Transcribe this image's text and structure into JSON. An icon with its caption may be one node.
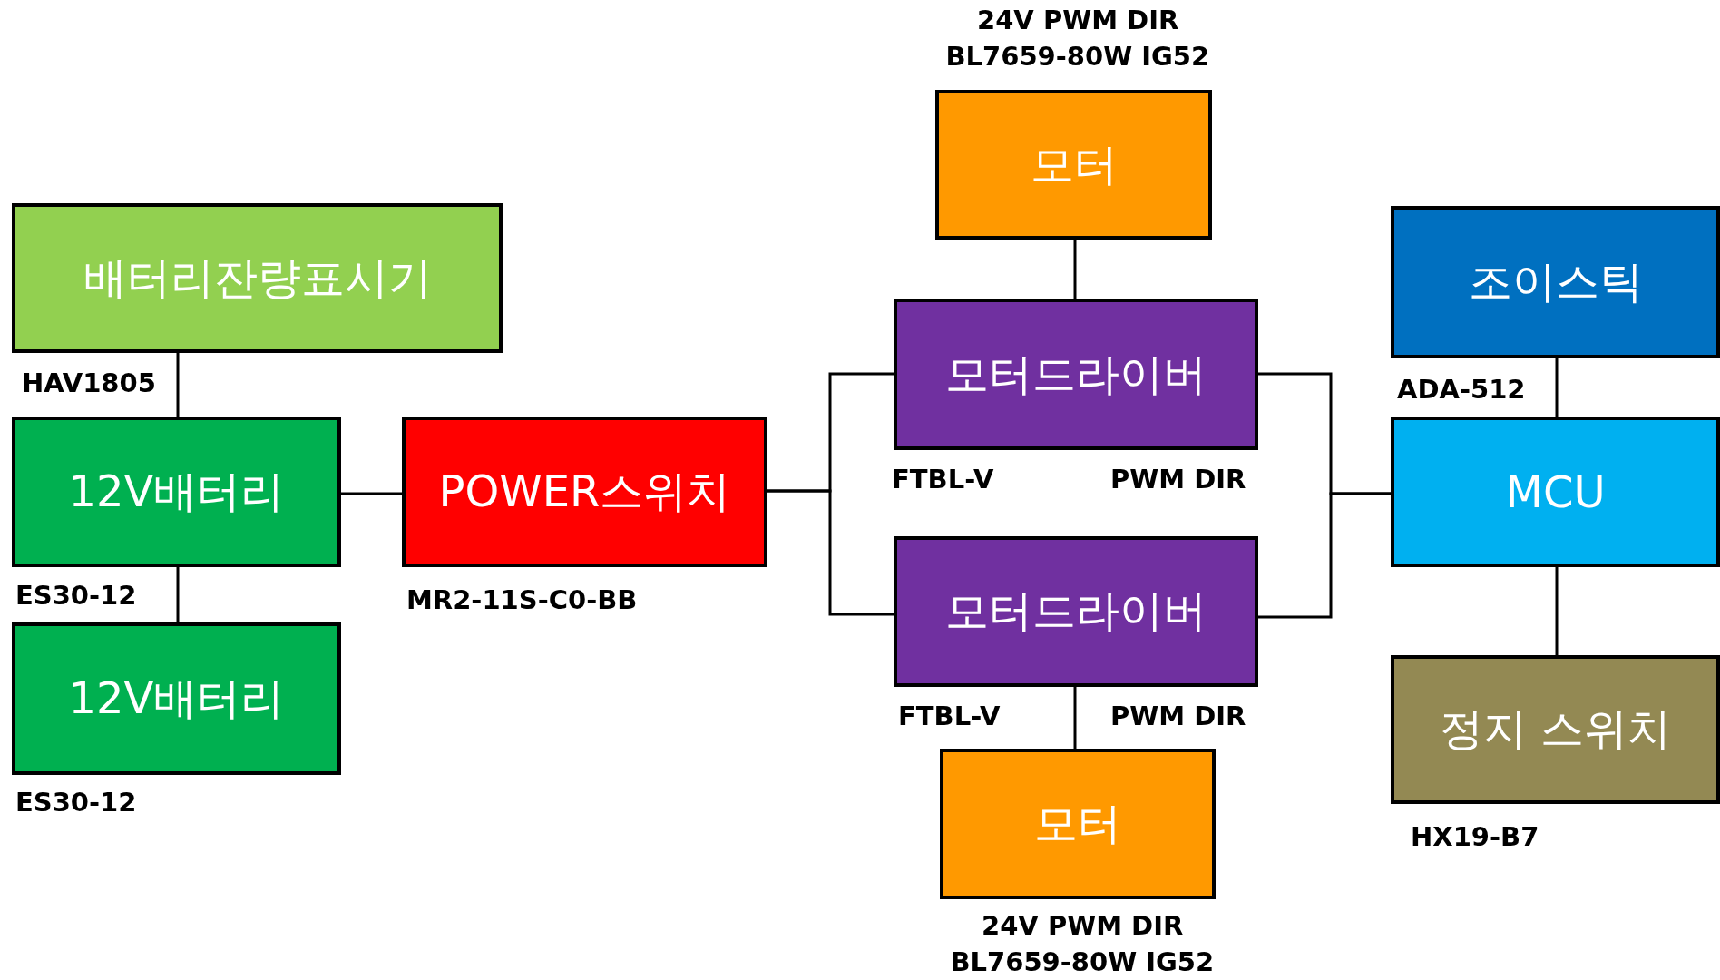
{
  "diagram": {
    "nodes": [
      {
        "text": [
          "배터리잔량표시기"
        ],
        "beside": [
          "HAV1805"
        ]
      },
      {
        "text": [
          "12V배터리"
        ],
        "beside": [
          "ES30-12"
        ]
      },
      {
        "text": [
          "12V배터리"
        ],
        "beside": [
          "ES30-12"
        ]
      },
      {
        "text": [
          "POWER스위치"
        ],
        "beside": [
          "MR2-11S-C0-BB"
        ]
      },
      {
        "text": [
          "모터"
        ],
        "beside": [
          "24V PWM DIR",
          "BL7659-80W IG52"
        ]
      },
      {
        "text": [
          "모터드라이버"
        ],
        "beside": [
          "FTBL-V",
          "PWM DIR"
        ]
      },
      {
        "text": [
          "모터드라이버"
        ],
        "beside": [
          "FTBL-V",
          "PWM DIR"
        ]
      },
      {
        "text": [
          "모터"
        ],
        "beside": [
          "24V PWM DIR",
          "BL7659-80W IG52"
        ]
      },
      {
        "text": [
          "조이스틱"
        ],
        "beside": [
          "ADA-512"
        ]
      },
      {
        "text": [
          "MCU"
        ]
      },
      {
        "text": [
          "정지 스위치"
        ],
        "beside": [
          "HX19-B7"
        ]
      }
    ],
    "edges": [
      {
        "from": 0,
        "to": 1,
        "arrow": "none"
      },
      {
        "from": 1,
        "to": 2,
        "arrow": "none"
      },
      {
        "from": 1,
        "to": 3,
        "arrow": "none"
      },
      {
        "from": 3,
        "to": 5,
        "arrow": "none"
      },
      {
        "from": 3,
        "to": 6,
        "arrow": "none"
      },
      {
        "from": 4,
        "to": 5,
        "arrow": "none"
      },
      {
        "from": 6,
        "to": 7,
        "arrow": "none"
      },
      {
        "from": 5,
        "to": 9,
        "arrow": "none"
      },
      {
        "from": 6,
        "to": 9,
        "arrow": "none"
      },
      {
        "from": 8,
        "to": 9,
        "arrow": "none"
      },
      {
        "from": 9,
        "to": 10,
        "arrow": "none"
      }
    ]
  }
}
